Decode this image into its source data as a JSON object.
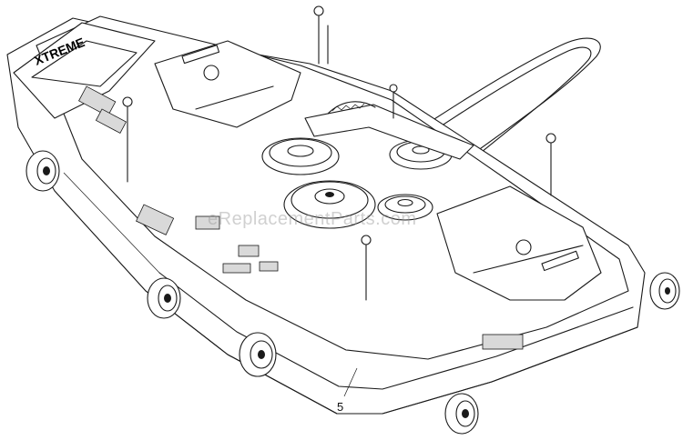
{
  "diagram": {
    "callouts": [
      {
        "label": "5"
      }
    ],
    "watermark": "eReplacementParts.com",
    "decal_text": "XTREME",
    "colors": {
      "line": "#1a1a1a",
      "background": "#ffffff",
      "watermark": "#969696"
    }
  }
}
